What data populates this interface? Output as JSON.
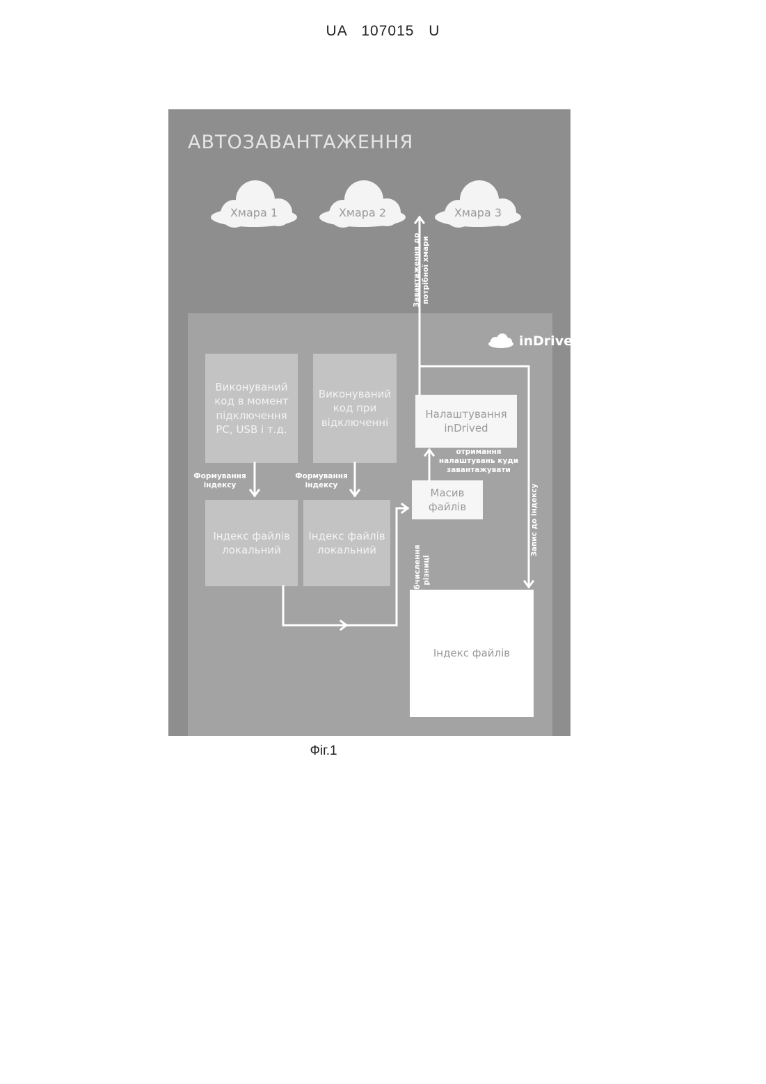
{
  "document": {
    "header": "UA 107015 U",
    "caption": "Фіг.1"
  },
  "diagram": {
    "title": "АВТОЗАВАНТАЖЕННЯ",
    "clouds": [
      "Хмара 1",
      "Хмара 2",
      "Хмара 3"
    ],
    "brand": "inDrived",
    "boxes": {
      "code_connect": "Виконуваний\nкод в момент\nпідключення\nPC, USB і т.д.",
      "code_disconnect": "Виконуваний\nкод при\nвідключенні",
      "settings": "Налаштування\ninDrived",
      "file_array": "Масив\nфайлів",
      "local_index_1": "Індекс файлів\nлокальний",
      "local_index_2": "Індекс файлів\nлокальний",
      "file_index": "Індекс файлів"
    },
    "labels": {
      "form_index_1": "Формування\nіндексу",
      "form_index_2": "Формування\nіндексу",
      "get_settings": "отримання\nналаштувань куди\nзавантажувати",
      "upload_cloud": "Завантаження до\nпотрібної хмари",
      "write_index": "Запис до індексу",
      "compute_diff": "Обчислення різниці"
    }
  }
}
